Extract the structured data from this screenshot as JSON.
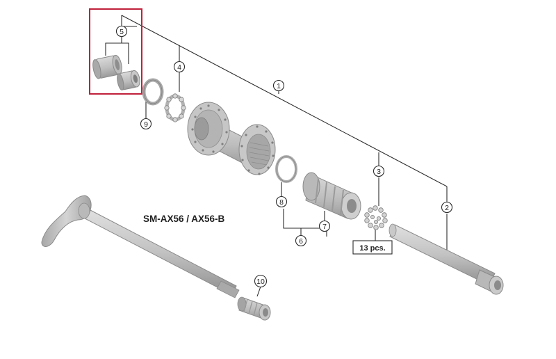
{
  "model_label": "SM-AX56 / AX56-B",
  "quantity_label": "13 pcs.",
  "callouts": [
    "1",
    "2",
    "3",
    "4",
    "5",
    "6",
    "7",
    "8",
    "9",
    "10"
  ],
  "colors": {
    "part_fill": "#c4c4c4",
    "part_dark": "#9d9d9d",
    "highlight_box": "#c0203a",
    "leader": "#2b2b2b"
  }
}
